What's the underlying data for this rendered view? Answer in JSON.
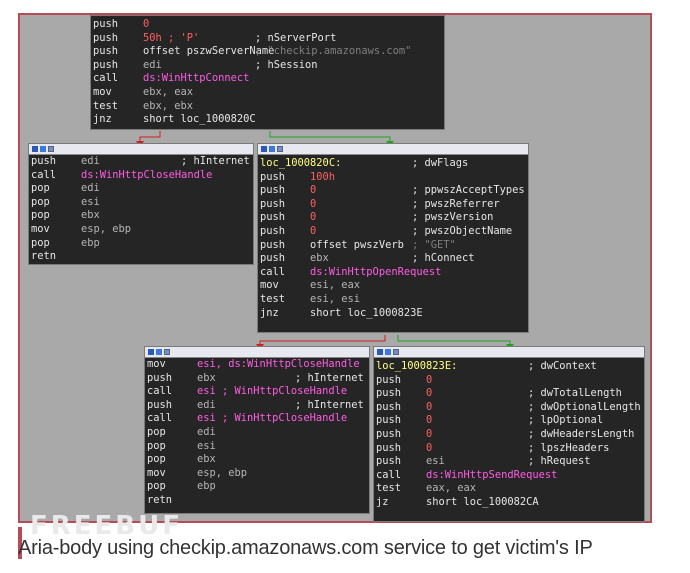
{
  "blocks": {
    "top": [
      [
        {
          "t": "push",
          "c": "mnem"
        },
        {
          "t": "0",
          "c": "num"
        }
      ],
      [
        {
          "t": "push",
          "c": "mnem"
        },
        {
          "t": "50h ; 'P'",
          "c": "num"
        },
        {
          "t": "; nServerPort",
          "c": "arg"
        }
      ],
      [
        {
          "t": "push",
          "c": "mnem"
        },
        {
          "t": "offset pszwServerName",
          "c": "nm"
        },
        {
          "t": "; \"checkip.amazonaws.com\"",
          "c": "cmt"
        }
      ],
      [
        {
          "t": "push",
          "c": "mnem"
        },
        {
          "t": "edi",
          "c": "reg"
        },
        {
          "t": "; hSession",
          "c": "arg"
        }
      ],
      [
        {
          "t": "call",
          "c": "mnem"
        },
        {
          "t": "ds:WinHttpConnect",
          "c": "api"
        }
      ],
      [
        {
          "t": "mov",
          "c": "mnem"
        },
        {
          "t": "ebx, eax",
          "c": "reg"
        }
      ],
      [
        {
          "t": "test",
          "c": "mnem"
        },
        {
          "t": "ebx, ebx",
          "c": "reg"
        }
      ],
      [
        {
          "t": "jnz",
          "c": "mnem"
        },
        {
          "t": "short loc_1000820C",
          "c": "nm"
        }
      ]
    ],
    "left": [
      [
        {
          "t": "push",
          "c": "mnem"
        },
        {
          "t": "edi",
          "c": "reg"
        },
        {
          "t": "; hInternet",
          "c": "arg"
        }
      ],
      [
        {
          "t": "call",
          "c": "mnem"
        },
        {
          "t": "ds:WinHttpCloseHandle",
          "c": "api"
        }
      ],
      [
        {
          "t": "pop",
          "c": "mnem"
        },
        {
          "t": "edi",
          "c": "reg"
        }
      ],
      [
        {
          "t": "pop",
          "c": "mnem"
        },
        {
          "t": "esi",
          "c": "reg"
        }
      ],
      [
        {
          "t": "pop",
          "c": "mnem"
        },
        {
          "t": "ebx",
          "c": "reg"
        }
      ],
      [
        {
          "t": "mov",
          "c": "mnem"
        },
        {
          "t": "esp, ebp",
          "c": "reg"
        }
      ],
      [
        {
          "t": "pop",
          "c": "mnem"
        },
        {
          "t": "ebp",
          "c": "reg"
        }
      ],
      [
        {
          "t": "retn",
          "c": "mnem"
        }
      ]
    ],
    "middle_label": "loc_1000820C:",
    "middle_label_comment": "; dwFlags",
    "middle": [
      [
        {
          "t": "push",
          "c": "mnem"
        },
        {
          "t": "100h",
          "c": "num"
        }
      ],
      [
        {
          "t": "push",
          "c": "mnem"
        },
        {
          "t": "0",
          "c": "num"
        },
        {
          "t": "; ppwszAcceptTypes",
          "c": "arg"
        }
      ],
      [
        {
          "t": "push",
          "c": "mnem"
        },
        {
          "t": "0",
          "c": "num"
        },
        {
          "t": "; pwszReferrer",
          "c": "arg"
        }
      ],
      [
        {
          "t": "push",
          "c": "mnem"
        },
        {
          "t": "0",
          "c": "num"
        },
        {
          "t": "; pwszVersion",
          "c": "arg"
        }
      ],
      [
        {
          "t": "push",
          "c": "mnem"
        },
        {
          "t": "0",
          "c": "num"
        },
        {
          "t": "; pwszObjectName",
          "c": "arg"
        }
      ],
      [
        {
          "t": "push",
          "c": "mnem"
        },
        {
          "t": "offset pwszVerb",
          "c": "nm"
        },
        {
          "t": "; \"GET\"",
          "c": "cmt"
        }
      ],
      [
        {
          "t": "push",
          "c": "mnem"
        },
        {
          "t": "ebx",
          "c": "reg"
        },
        {
          "t": "; hConnect",
          "c": "arg"
        }
      ],
      [
        {
          "t": "call",
          "c": "mnem"
        },
        {
          "t": "ds:WinHttpOpenRequest",
          "c": "api"
        }
      ],
      [
        {
          "t": "mov",
          "c": "mnem"
        },
        {
          "t": "esi, eax",
          "c": "reg"
        }
      ],
      [
        {
          "t": "test",
          "c": "mnem"
        },
        {
          "t": "esi, esi",
          "c": "reg"
        }
      ],
      [
        {
          "t": "jnz",
          "c": "mnem"
        },
        {
          "t": "short loc_1000823E",
          "c": "nm"
        }
      ]
    ],
    "bottom_left": [
      [
        {
          "t": "mov",
          "c": "mnem"
        },
        {
          "t": "esi, ds:WinHttpCloseHandle",
          "c": "api"
        }
      ],
      [
        {
          "t": "push",
          "c": "mnem"
        },
        {
          "t": "ebx",
          "c": "reg"
        },
        {
          "t": "; hInternet",
          "c": "arg"
        }
      ],
      [
        {
          "t": "call",
          "c": "mnem"
        },
        {
          "t": "esi ; WinHttpCloseHandle",
          "c": "api"
        }
      ],
      [
        {
          "t": "push",
          "c": "mnem"
        },
        {
          "t": "edi",
          "c": "reg"
        },
        {
          "t": "; hInternet",
          "c": "arg"
        }
      ],
      [
        {
          "t": "call",
          "c": "mnem"
        },
        {
          "t": "esi ; WinHttpCloseHandle",
          "c": "api"
        }
      ],
      [
        {
          "t": "pop",
          "c": "mnem"
        },
        {
          "t": "edi",
          "c": "reg"
        }
      ],
      [
        {
          "t": "pop",
          "c": "mnem"
        },
        {
          "t": "esi",
          "c": "reg"
        }
      ],
      [
        {
          "t": "pop",
          "c": "mnem"
        },
        {
          "t": "ebx",
          "c": "reg"
        }
      ],
      [
        {
          "t": "mov",
          "c": "mnem"
        },
        {
          "t": "esp, ebp",
          "c": "reg"
        }
      ],
      [
        {
          "t": "pop",
          "c": "mnem"
        },
        {
          "t": "ebp",
          "c": "reg"
        }
      ],
      [
        {
          "t": "retn",
          "c": "mnem"
        }
      ]
    ],
    "bottom_right_label": "loc_1000823E:",
    "bottom_right_label_comment": "; dwContext",
    "bottom_right": [
      [
        {
          "t": "push",
          "c": "mnem"
        },
        {
          "t": "0",
          "c": "num"
        }
      ],
      [
        {
          "t": "push",
          "c": "mnem"
        },
        {
          "t": "0",
          "c": "num"
        },
        {
          "t": "; dwTotalLength",
          "c": "arg"
        }
      ],
      [
        {
          "t": "push",
          "c": "mnem"
        },
        {
          "t": "0",
          "c": "num"
        },
        {
          "t": "; dwOptionalLength",
          "c": "arg"
        }
      ],
      [
        {
          "t": "push",
          "c": "mnem"
        },
        {
          "t": "0",
          "c": "num"
        },
        {
          "t": "; lpOptional",
          "c": "arg"
        }
      ],
      [
        {
          "t": "push",
          "c": "mnem"
        },
        {
          "t": "0",
          "c": "num"
        },
        {
          "t": "; dwHeadersLength",
          "c": "arg"
        }
      ],
      [
        {
          "t": "push",
          "c": "mnem"
        },
        {
          "t": "0",
          "c": "num"
        },
        {
          "t": "; lpszHeaders",
          "c": "arg"
        }
      ],
      [
        {
          "t": "push",
          "c": "mnem"
        },
        {
          "t": "esi",
          "c": "reg"
        },
        {
          "t": "; hRequest",
          "c": "arg"
        }
      ],
      [
        {
          "t": "call",
          "c": "mnem"
        },
        {
          "t": "ds:WinHttpSendRequest",
          "c": "api"
        }
      ],
      [
        {
          "t": "test",
          "c": "mnem"
        },
        {
          "t": "eax, eax",
          "c": "reg"
        }
      ],
      [
        {
          "t": "jz",
          "c": "mnem"
        },
        {
          "t": "short loc_100082CA",
          "c": "nm"
        }
      ]
    ]
  },
  "colors": {
    "true_edge": "#1fa31f",
    "false_edge": "#d02020",
    "frame": "#b84b58"
  },
  "caption": "Aria-body using checkip.amazonaws.com service to get victim's IP",
  "watermark": "FREEBUF"
}
